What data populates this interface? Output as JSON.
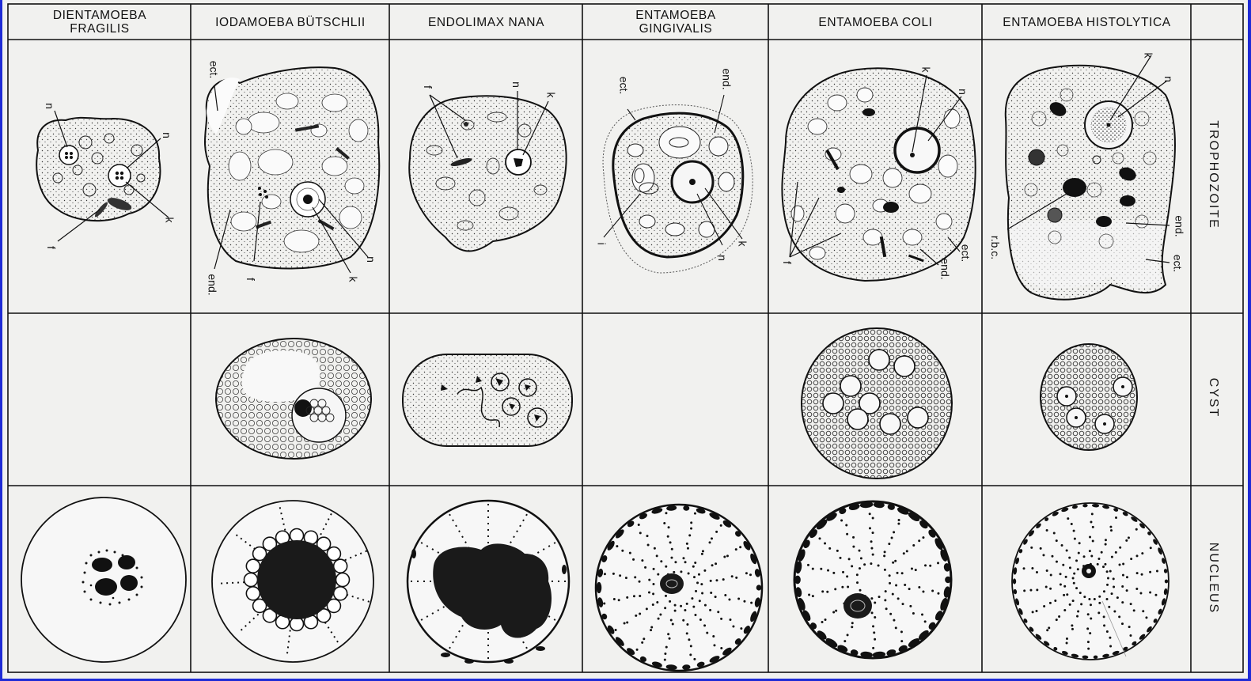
{
  "columns": [
    {
      "id": "dientamoeba",
      "line1": "DIENTAMOEBA",
      "line2": "FRAGILIS"
    },
    {
      "id": "iodamoeba",
      "line1": "IODAMOEBA BÜTSCHLII",
      "line2": ""
    },
    {
      "id": "endolimax",
      "line1": "ENDOLIMAX  NANA",
      "line2": ""
    },
    {
      "id": "gingivalis",
      "line1": "ENTAMOEBA",
      "line2": "GINGIVALIS"
    },
    {
      "id": "coli",
      "line1": "ENTAMOEBA  COLI",
      "line2": ""
    },
    {
      "id": "histolytica",
      "line1": "ENTAMOEBA HISTOLYTICA",
      "line2": ""
    }
  ],
  "rows": {
    "trophozoite": "TROPHOZOITE",
    "cyst": "CYST",
    "nucleus": "NUCLEUS"
  },
  "labels": {
    "n": "n",
    "k": "k",
    "f": "f",
    "i": "i",
    "ect": "ect.",
    "end": "end.",
    "rbc": "r.b.c."
  },
  "colors": {
    "ink": "#111111",
    "paper": "#f1f1ef",
    "frame": "#1f2bd6"
  }
}
